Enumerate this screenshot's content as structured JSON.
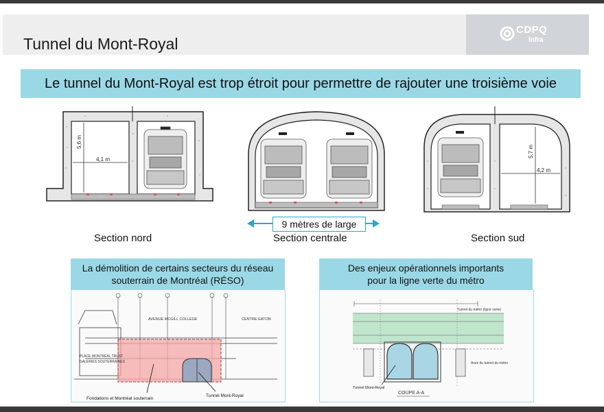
{
  "slide": {
    "title": "Tunnel du Mont-Royal",
    "headline": "Le tunnel du Mont-Royal est trop étroit pour permettre de rajouter une troisième voie"
  },
  "logo": {
    "name": "CDPQ",
    "sub": "Infra"
  },
  "sections": {
    "nord": {
      "label": "Section nord",
      "height_dim": "5,6 m",
      "width_dim": "4,1 m"
    },
    "centrale": {
      "label": "Section centrale",
      "width_note": "9 mètres de large"
    },
    "sud": {
      "label": "Section sud",
      "height_dim": "5,7 m",
      "width_dim": "4,2 m"
    }
  },
  "reso_panel": {
    "caption_line1": "La démolition de certains secteurs du réseau",
    "caption_line2": "souterrain de Montréal (RÉSO)",
    "drawing_labels": {
      "street": "AVENUE MCGILL COLLEGE",
      "eaton": "CENTRE EATON",
      "place": "PLACE MONTRÉAL TRUST",
      "galleries": "GALERIES SOUTERRAINES",
      "foundations": "Fondations et Montréal souterrain",
      "tunnel": "Tunnel Mont-Royal"
    }
  },
  "metro_panel": {
    "caption_line1": "Des enjeux opérationnels importants",
    "caption_line2": "pour la ligne verte du métro",
    "drawing_labels": {
      "metro_tunnel": "Tunnel du métro (ligne verte)",
      "metro_axes": "Axes du tunnel du métro",
      "tunnel": "Tunnel Mont-Royal",
      "cut": "COUPE A-A"
    }
  },
  "colors": {
    "accent": "#9bd8e6",
    "reso_overlay": "#f4a6a6",
    "metro_overlay": "#b9e2c8",
    "tunnel_overlay": "#a9d5e4"
  }
}
